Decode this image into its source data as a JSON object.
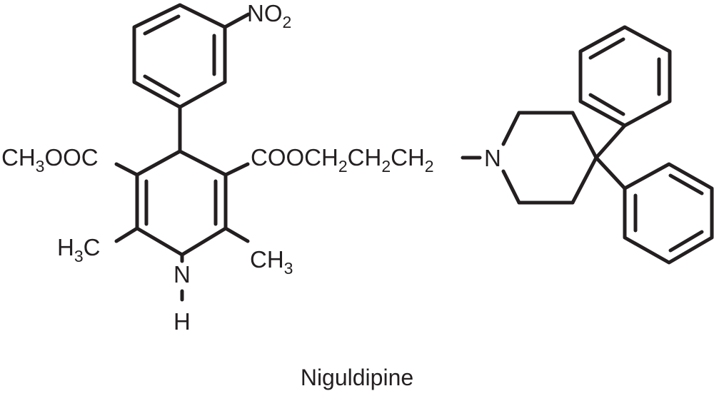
{
  "caption": "Niguldipine",
  "labels": {
    "nitro": {
      "main": "NO",
      "sub": "2"
    },
    "ester_left": {
      "part1": "CH",
      "sub1": "3",
      "part2": "OOC"
    },
    "ester_right": {
      "part1": "COOCH",
      "sub1": "2",
      "part2": "CH",
      "sub2": "2",
      "part3": "CH",
      "sub3": "2"
    },
    "nitrogen_piperidine": "N",
    "methyl_left": {
      "part1": "H",
      "sub1": "3",
      "part2": "C"
    },
    "methyl_right": {
      "part1": "CH",
      "sub1": "3"
    },
    "nh_n": "N",
    "nh_h": "H"
  },
  "colors": {
    "ink": "#231f20",
    "background": "#ffffff"
  }
}
